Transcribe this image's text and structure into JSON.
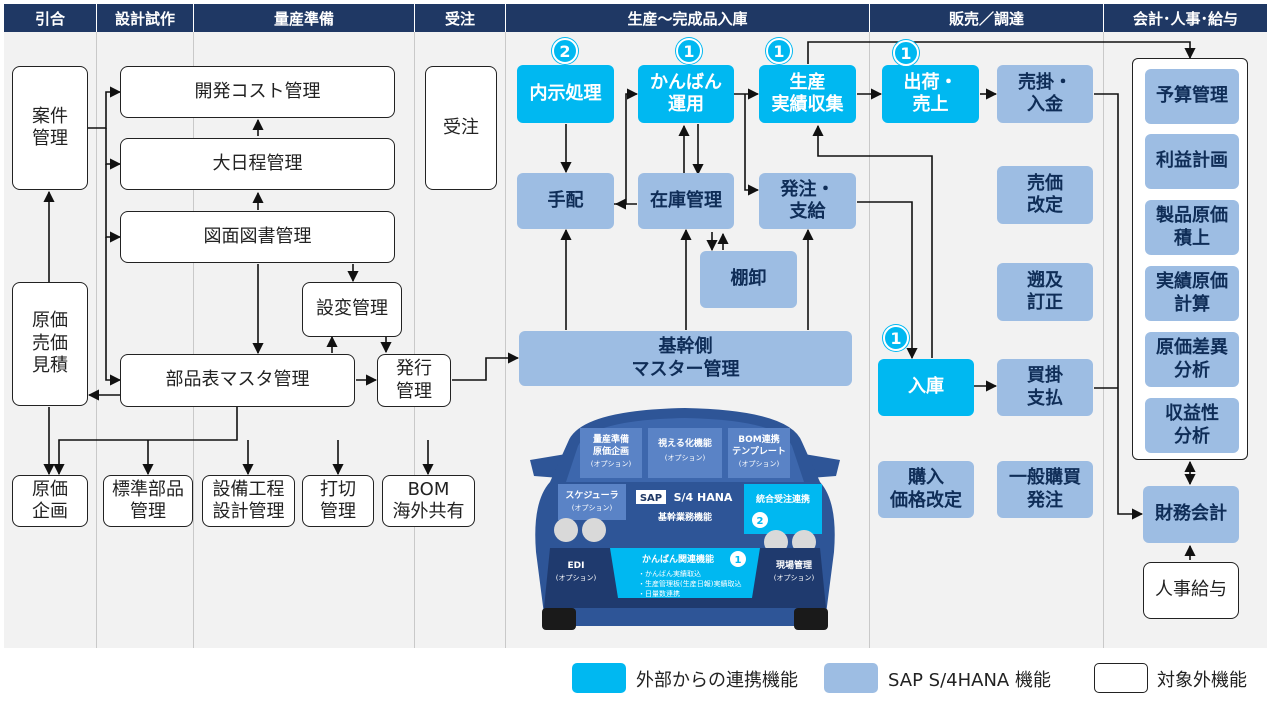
{
  "headers": [
    "引合",
    "設計試作",
    "量産準備",
    "受注",
    "生産～完成品入庫",
    "販売／調達",
    "会計･人事･給与"
  ],
  "nodes": {
    "anken": "案件\n管理",
    "genka_mitsumori": "原価\n売価\n見積",
    "genka_kikaku": "原価\n企画",
    "kaihatsu_cost": "開発コスト管理",
    "dainittei": "大日程管理",
    "zumen": "図面図書管理",
    "sehen": "設変管理",
    "buhinhyo": "部品表マスタ管理",
    "hakko": "発行\n管理",
    "hyojun_buhin": "標準部品\n管理",
    "setsubi": "設備工程\n設計管理",
    "uchikiri": "打切\n管理",
    "bom_kaigai": "BOM\n海外共有",
    "juchu": "受注",
    "naiji": "内示処理",
    "kanban": "かんばん\n運用",
    "seisan_jisseki": "生産\n実績収集",
    "tehai": "手配",
    "zaiko": "在庫管理",
    "hatchu_shikyu": "発注・\n支給",
    "tanaoroshi": "棚卸",
    "kikan_master": "基幹側\nマスター管理",
    "shukka": "出荷・\n売上",
    "urikake": "売掛・\n入金",
    "baika_kaitei": "売価\n改定",
    "sokyu": "遡及\n訂正",
    "nyuko": "入庫",
    "kaikake": "買掛\n支払",
    "konyu_kakaku": "購入\n価格改定",
    "ippan_konyu": "一般購買\n発注",
    "yosan": "予算管理",
    "rieki": "利益計画",
    "seihin_genka": "製品原価\n積上",
    "jisseki_genka": "実績原価\n計算",
    "genka_sai": "原価差異\n分析",
    "shuekisei": "収益性\n分析",
    "zaimu": "財務会計",
    "jinji": "人事給与"
  },
  "badges": {
    "naiji": "2",
    "kanban": "1",
    "seisan_jisseki": "1",
    "shukka": "1",
    "nyuko": "1",
    "car_tougou": "2",
    "car_kanban": "1"
  },
  "car": {
    "ryosan": "量産準備\n原価企画",
    "ryosan_opt": "(オプション)",
    "mieruka": "視える化機能",
    "mieruka_opt": "(オプション)",
    "bom_temp": "BOM連携\nテンプレート",
    "bom_opt": "(オプション)",
    "scheduler": "スケジューラ",
    "scheduler_opt": "(オプション)",
    "sap_logo": "SAP",
    "s4hana": "S/4 HANA",
    "kikan_kino": "基幹業務機能",
    "tougou": "統合受注連携",
    "edi": "EDI",
    "edi_opt": "(オプション)",
    "kanban_kanren": "かんばん関連機能",
    "kanban_items": [
      "・かんばん実績取込",
      "・生産管理板(生産日報)実績取込",
      "・日量数連携"
    ],
    "genba": "現場管理",
    "genba_opt": "(オプション)"
  },
  "legend": {
    "external": "外部からの連携機能",
    "s4": "SAP S/4HANA 機能",
    "out_of_scope": "対象外機能"
  },
  "colors": {
    "header": "#1f3864",
    "external": "#00b8f1",
    "s4": "#9dbde3",
    "out_of_scope": "#ffffff",
    "car_body": "#2e5597"
  }
}
